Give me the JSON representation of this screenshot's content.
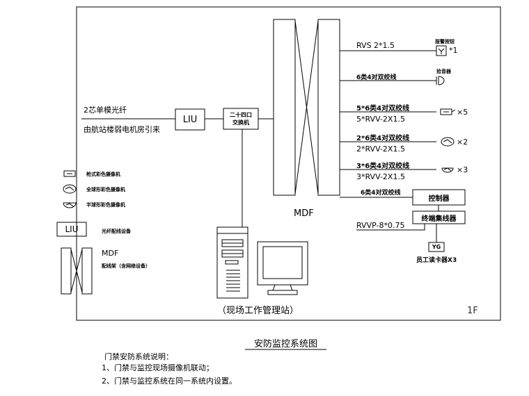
{
  "title": "安防监控系统图",
  "floor_label": "1F",
  "fiber": {
    "line1": "2芯单模光纤",
    "line2": "由航站楼弱电机房引来"
  },
  "devices": {
    "liu": "LIU",
    "switch": "二十四口\n交换机",
    "mdf": "MDF",
    "controller": "控制器",
    "terminal_hub": "终端集线器",
    "card_reader_label": "YG",
    "card_reader_desc": "员工读卡器X3",
    "workstation": "（现场工作管理站）"
  },
  "cables": {
    "alarm": "RVS   2*1.5",
    "alarm_count": "*1",
    "alarm_device": "报警按钮",
    "speaker_cable": "6类4对双绞线",
    "speaker_device": "拾音器",
    "cam1_a": "5*6类4对双绞线",
    "cam1_b": "5*RVV-2X1.5",
    "cam1_count": "×5",
    "cam2_a": "2*6类4对双绞线",
    "cam2_b": "2*RVV-2X1.5",
    "cam2_count": "×2",
    "cam3_a": "3*6类4对双绞线",
    "cam3_b": "3*RVV-2X1.5",
    "cam3_count": "×3",
    "ctrl_cable": "6类4对双绞线",
    "reader_cable": "RVVP-8*0.75"
  },
  "legend": {
    "bullet_cam": "枪式彩色摄像机",
    "dome_cam": "全球形彩色摄像机",
    "half_dome_cam": "半球形彩色摄像机",
    "liu_box": "LIU",
    "liu_desc": "光纤配线设备",
    "mdf_title": "MDF",
    "mdf_desc": "配线架（含网络设备）"
  },
  "notes": {
    "heading": "门禁安防系统说明：",
    "items": [
      "1、门禁与监控现场摄像机联动；",
      "2、门禁与监控系统在同一系统内设置。"
    ]
  }
}
